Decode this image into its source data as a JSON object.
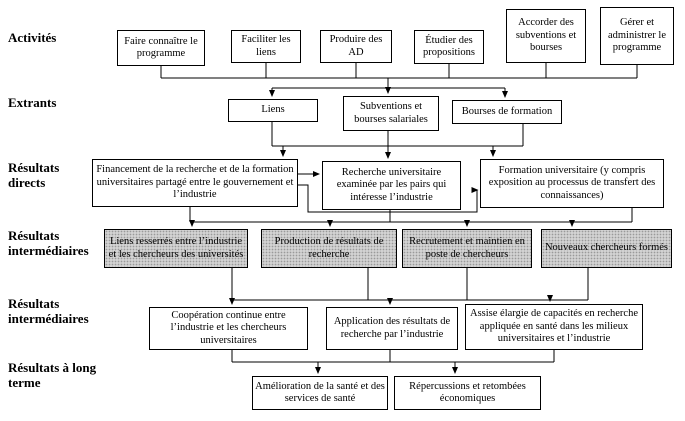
{
  "row_labels": {
    "activities": "Activités",
    "outputs": "Extrants",
    "direct_results": "Résultats directs",
    "intermediate_results_a": "Résultats intermédiaires",
    "intermediate_results_b": "Résultats intermédiaires",
    "long_term_results": "Résultats à long terme"
  },
  "boxes": {
    "activities": [
      "Faire connaître le programme",
      "Faciliter les liens",
      "Produire des AD",
      "Étudier des propositions",
      "Accorder des subventions et bourses",
      "Gérer et administrer le programme"
    ],
    "outputs": [
      "Liens",
      "Subventions et bourses salariales",
      "Bourses de formation"
    ],
    "direct_results": [
      "Financement de la recherche et de la formation universitaires partagé entre le gouvernement et l’industrie",
      "Recherche universitaire examinée par les pairs qui intéresse l’industrie",
      "Formation universitaire (y compris exposition au processus de transfert des connaissances)"
    ],
    "intermediate_results_a": [
      "Liens resserrés entre l’industrie et les chercheurs des universités",
      "Production de résultats de recherche",
      "Recrutement et maintien en poste de chercheurs",
      "Nouveaux chercheurs formés"
    ],
    "intermediate_results_b": [
      "Coopération continue entre l’industrie et les chercheurs universitaires",
      "Application des résultats de recherche par l’industrie",
      "Assise élargie de capacités en recherche appliquée en santé dans les milieux universitaires et l’industrie"
    ],
    "long_term_results": [
      "Amélioration de la santé et des services de santé",
      "Répercussions et retombées économiques"
    ]
  },
  "colors": {
    "box_border": "#000000",
    "highlight_box_fill": "#d2d2d2",
    "background": "#ffffff",
    "text_color": "#000000"
  }
}
